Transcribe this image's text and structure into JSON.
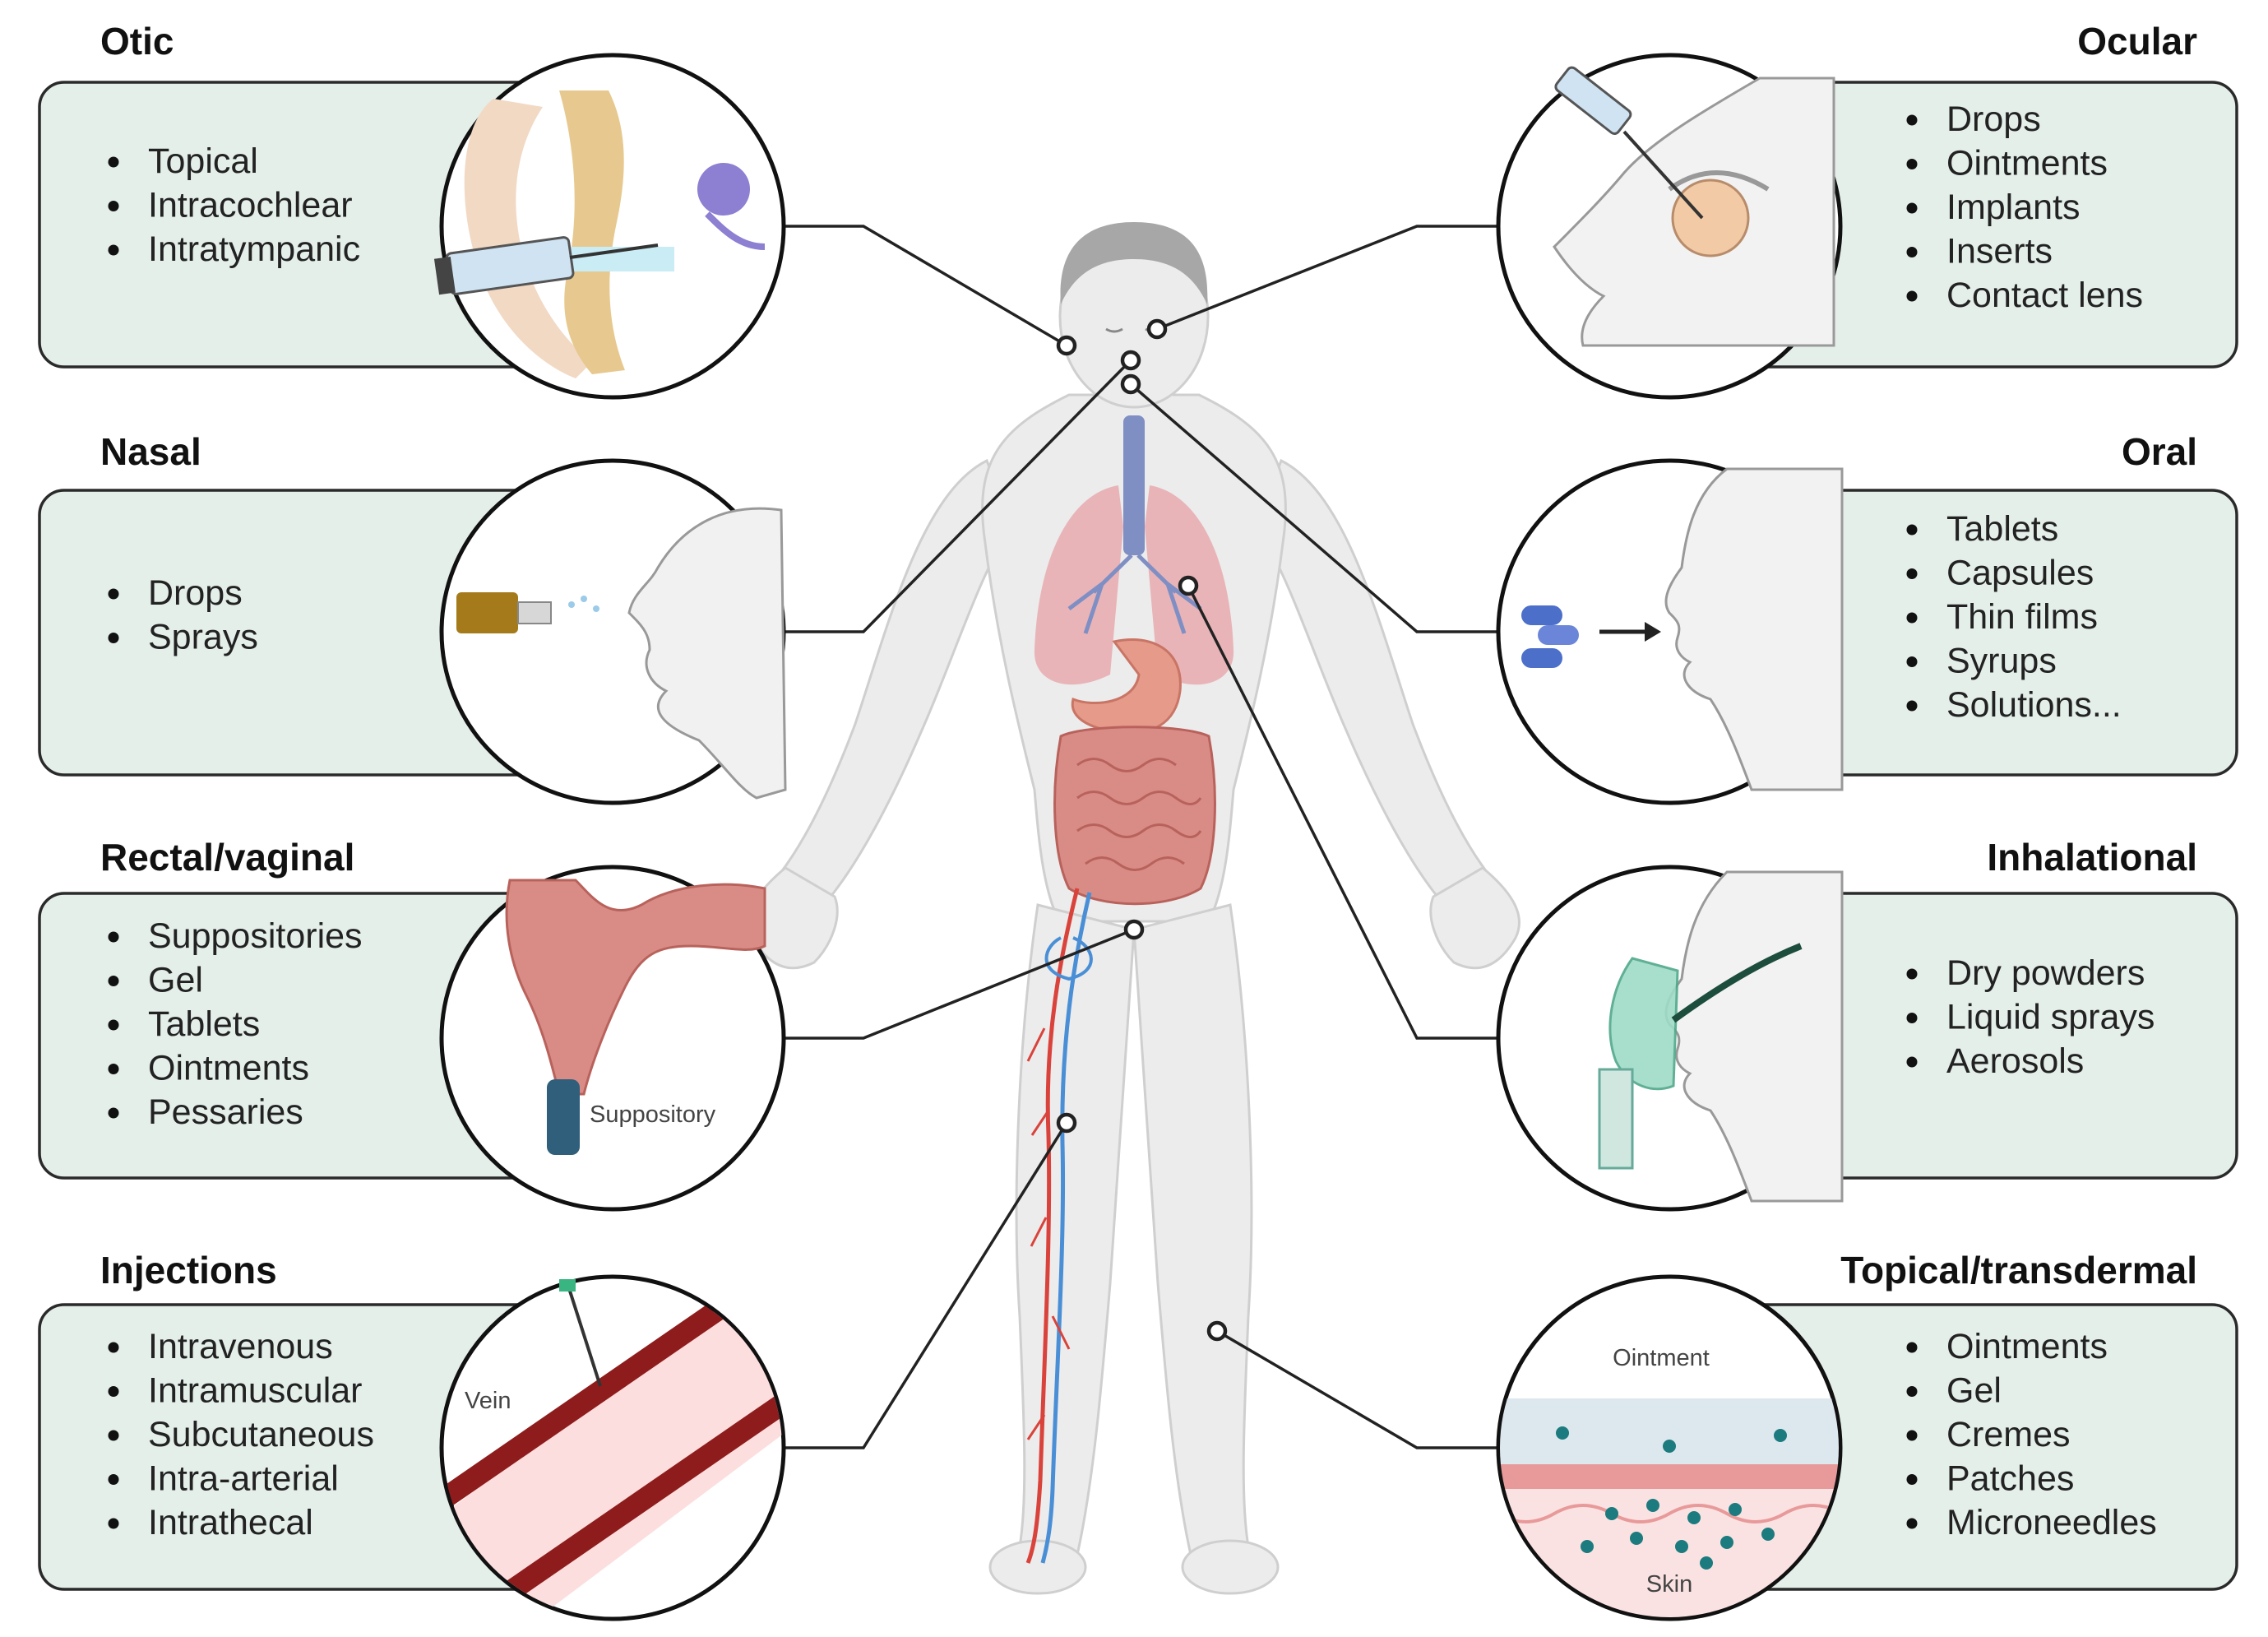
{
  "routes": [
    {
      "id": "otic",
      "side": "left",
      "title": "Otic",
      "items": [
        "Topical",
        "Intracochlear",
        "Intratympanic"
      ]
    },
    {
      "id": "nasal",
      "side": "left",
      "title": "Nasal",
      "items": [
        "Drops",
        "Sprays"
      ]
    },
    {
      "id": "rectal",
      "side": "left",
      "title": "Rectal/vaginal",
      "items": [
        "Suppositories",
        "Gel",
        "Tablets",
        "Ointments",
        "Pessaries"
      ]
    },
    {
      "id": "injections",
      "side": "left",
      "title": "Injections",
      "items": [
        "Intravenous",
        "Intramuscular",
        "Subcutaneous",
        "Intra-arterial",
        "Intrathecal"
      ]
    },
    {
      "id": "ocular",
      "side": "right",
      "title": "Ocular",
      "items": [
        "Drops",
        "Ointments",
        "Implants",
        "Inserts",
        "Contact lens"
      ]
    },
    {
      "id": "oral",
      "side": "right",
      "title": "Oral",
      "items": [
        "Tablets",
        "Capsules",
        "Thin films",
        "Syrups",
        "Solutions..."
      ]
    },
    {
      "id": "inhalational",
      "side": "right",
      "title": "Inhalational",
      "items": [
        "Dry powders",
        "Liquid sprays",
        "Aerosols"
      ]
    },
    {
      "id": "topical",
      "side": "right",
      "title": "Topical/transdermal",
      "items": [
        "Ointments",
        "Gel",
        "Cremes",
        "Patches",
        "Microneedles"
      ]
    }
  ],
  "illustration_labels": {
    "suppository": "Suppository",
    "vein": "Vein",
    "ointment": "Ointment",
    "skin": "Skin"
  },
  "colors": {
    "panel_fill": "#e4efea",
    "body_fill": "#ececec",
    "lung": "#e8b4b8",
    "stomach": "#e69a8a",
    "intestine": "#d98c86",
    "artery": "#d9433b",
    "vein": "#4a8fd6",
    "vessel_wall": "#8e1c1c"
  }
}
